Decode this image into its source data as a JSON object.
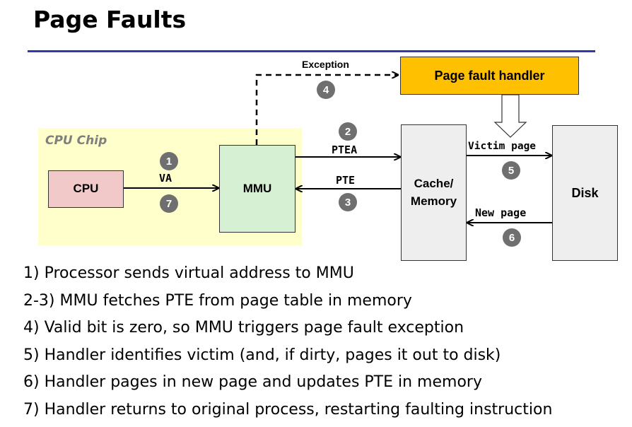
{
  "title": "Page Faults",
  "chip_label": "CPU Chip",
  "boxes": {
    "cpu": "CPU",
    "mmu": "MMU",
    "cache": "Cache/ Memory",
    "disk": "Disk",
    "handler": "Page fault handler"
  },
  "arrow_labels": {
    "va": "VA",
    "ptea": "PTEA",
    "pte": "PTE",
    "victim": "Victim page",
    "new_page": "New page",
    "exception": "Exception"
  },
  "step_numbers": [
    "1",
    "2",
    "3",
    "4",
    "5",
    "6",
    "7"
  ],
  "steps": [
    "1) Processor sends virtual address to MMU",
    "2-3) MMU fetches PTE from page table in memory",
    "4) Valid bit is zero, so MMU triggers page fault exception",
    "5) Handler identifies victim (and, if dirty, pages it out to disk)",
    "6) Handler pages in new page and updates PTE in memory",
    "7) Handler returns to original process, restarting faulting instruction"
  ],
  "colors": {
    "rule": "#2f3aa8",
    "chip": "#ffffcc",
    "cpu": "#f2c9c9",
    "mmu": "#d5f0d2",
    "memory": "#eeeeee",
    "handler": "#ffc000",
    "step_circle": "#6f6f6f"
  }
}
